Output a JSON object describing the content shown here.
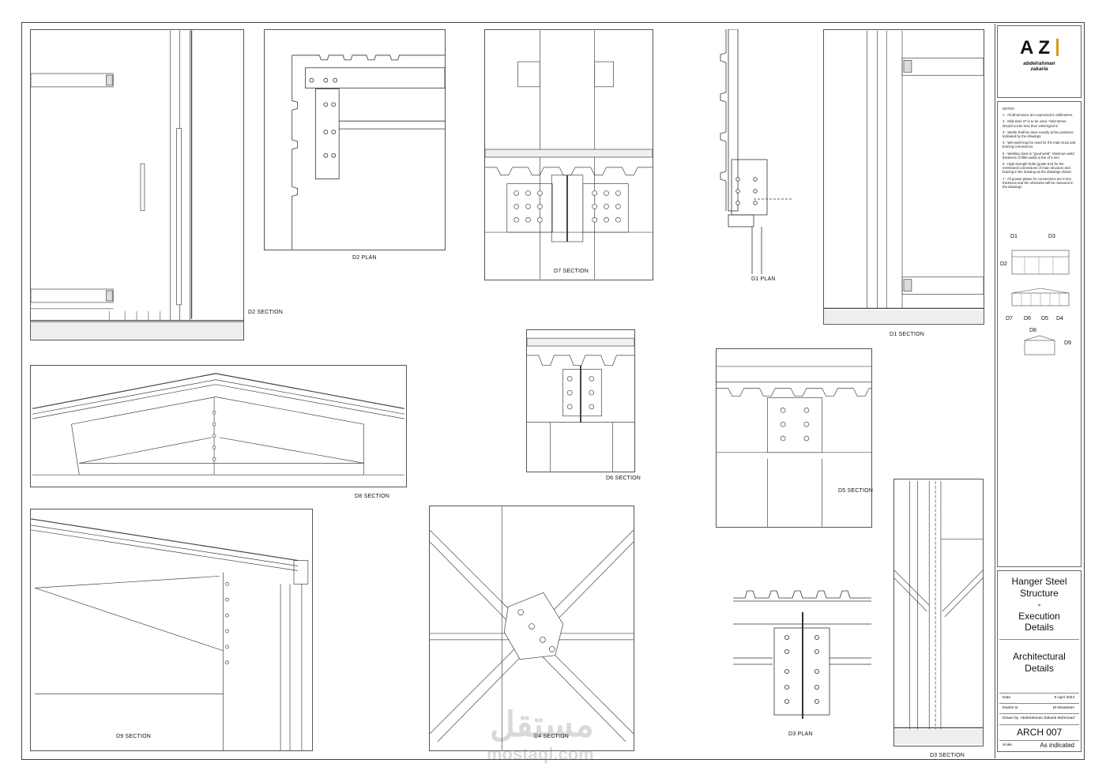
{
  "drawings": {
    "d2_section": "D2 SECTION",
    "d2_plan": "D2 PLAN",
    "d7_section": "D7 SECTION",
    "d1_plan": "D1 PLAN",
    "d1_section": "D1 SECTION",
    "d8_section": "D8 SECTION",
    "d6_section": "D6 SECTION",
    "d5_section": "D5 SECTION",
    "d9_section": "D9 SECTION",
    "d4_section": "D4 SECTION",
    "d3_plan": "D3 PLAN",
    "d3_section": "D3 SECTION"
  },
  "logo": {
    "letters": "AZ",
    "name_line1": "abdelrahman",
    "name_line2": "zakaria"
  },
  "notes": {
    "heading": "NOTES",
    "items": [
      "1 - All dimensions are expressed in millimeters",
      "2 - Mild steel 37 is to be used. Yield stress should not be less than 2400 kg/cm2",
      "3 - Welds shall be done exactly at the positions indicated by the drawings",
      "4 - Wet weld may be used for the main truss and bracing connections.",
      "5 - Welding class is \"good weld\". Minimum weld thickness of fillet welds is the of 5 mm",
      "6 - High strength bolts (grade 8.8) for the mentioned connections of main structure and bracing in the drawing as the drawings shown",
      "7 - All gusset plates for connections are 8 mm thickness and the otherwise will be metioned in the drawings"
    ]
  },
  "key_plan": [
    "D1",
    "D3",
    "D2",
    "D7",
    "D6",
    "D5",
    "D4",
    "D8",
    "D9"
  ],
  "title": {
    "project_lines": [
      "Hanger Steel",
      "Structure",
      "-",
      "Execution",
      "Details"
    ],
    "sheet_lines": [
      "Architectural",
      "Details"
    ]
  },
  "info": {
    "date_label": "Date",
    "date_value": "8 April 2024",
    "thanks_label": "thanks to",
    "thanks_value": "Dr.Weassam",
    "drawn_label": "Drawn by",
    "drawn_value": "Abdelrahman Zakaria Mohmoad",
    "sheet_number": "ARCH 007",
    "scale_label": "Scale",
    "scale_value": "As indicated"
  },
  "watermark": {
    "arabic": "مستقل",
    "latin": "mostaql.com"
  }
}
